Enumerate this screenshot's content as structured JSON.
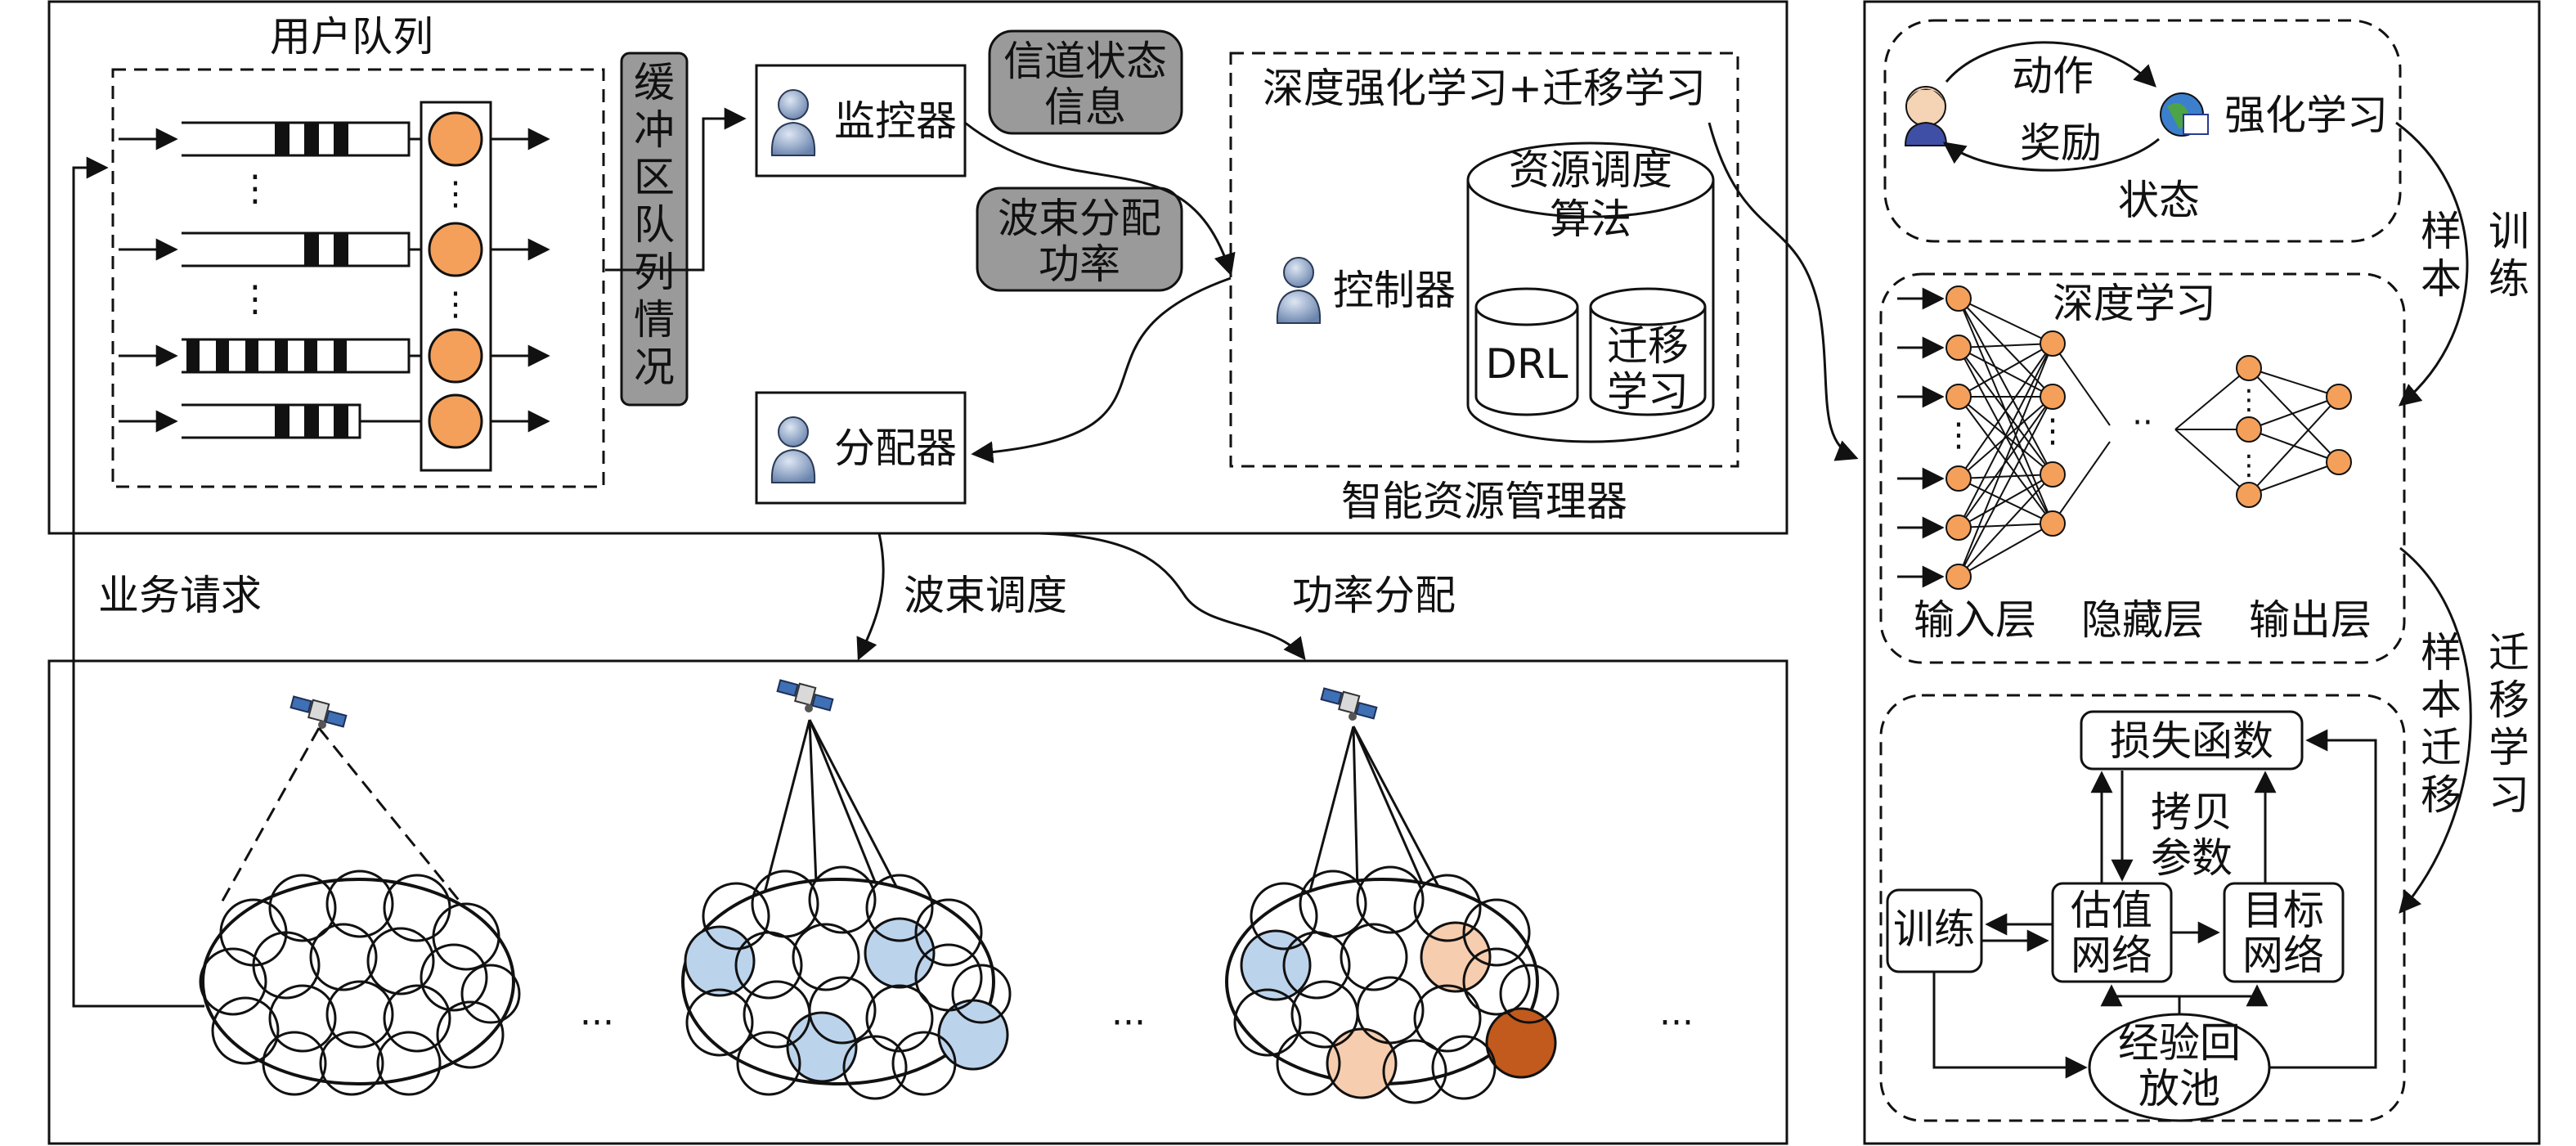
{
  "queue": {
    "title": "用户队列",
    "buffer_label": [
      "缓",
      "冲",
      "区",
      "队",
      "列",
      "情",
      "况"
    ]
  },
  "nodes": {
    "monitor": "监控器",
    "controller": "控制器",
    "allocator": "分配器"
  },
  "info_bubbles": {
    "channel_state": [
      "信道状态",
      "信息"
    ],
    "beam_power": [
      "波束分配",
      "功率"
    ]
  },
  "manager": {
    "header": "深度强化学习+迁移学习",
    "algo": [
      "资源调度",
      "算法"
    ],
    "drl": "DRL",
    "transfer": [
      "迁移",
      "学习"
    ],
    "footer": "智能资源管理器"
  },
  "flows": {
    "service_request": "业务请求",
    "beam_scheduling": "波束调度",
    "power_allocation": "功率分配",
    "ellipsis": "···"
  },
  "rl": {
    "action": "动作",
    "reward": "奖励",
    "state": "状态",
    "rl_label": "强化学习",
    "sample": [
      "样",
      "本"
    ],
    "train": [
      "训",
      "练"
    ]
  },
  "dl": {
    "title": "深度学习",
    "input_layer": "输入层",
    "hidden_layer": "隐藏层",
    "output_layer": "输出层",
    "sample_transfer": [
      "样",
      "本",
      "迁",
      "移"
    ],
    "transfer_learning": [
      "迁",
      "移",
      "学",
      "习"
    ]
  },
  "dqn": {
    "loss": "损失函数",
    "copy_params": [
      "拷贝",
      "参数"
    ],
    "train": "训练",
    "estimate_net": [
      "估值",
      "网络"
    ],
    "target_net": [
      "目标",
      "网络"
    ],
    "replay": [
      "经验回",
      "放池"
    ]
  },
  "colors": {
    "queue_circle": "#F4A05A",
    "bubble_fill": "#9A9A9A",
    "beam_blue": "#BCD3EC",
    "beam_peach": "#F6CDAE",
    "beam_dark": "#C15A1C",
    "person_fill": "#7C93B8"
  }
}
